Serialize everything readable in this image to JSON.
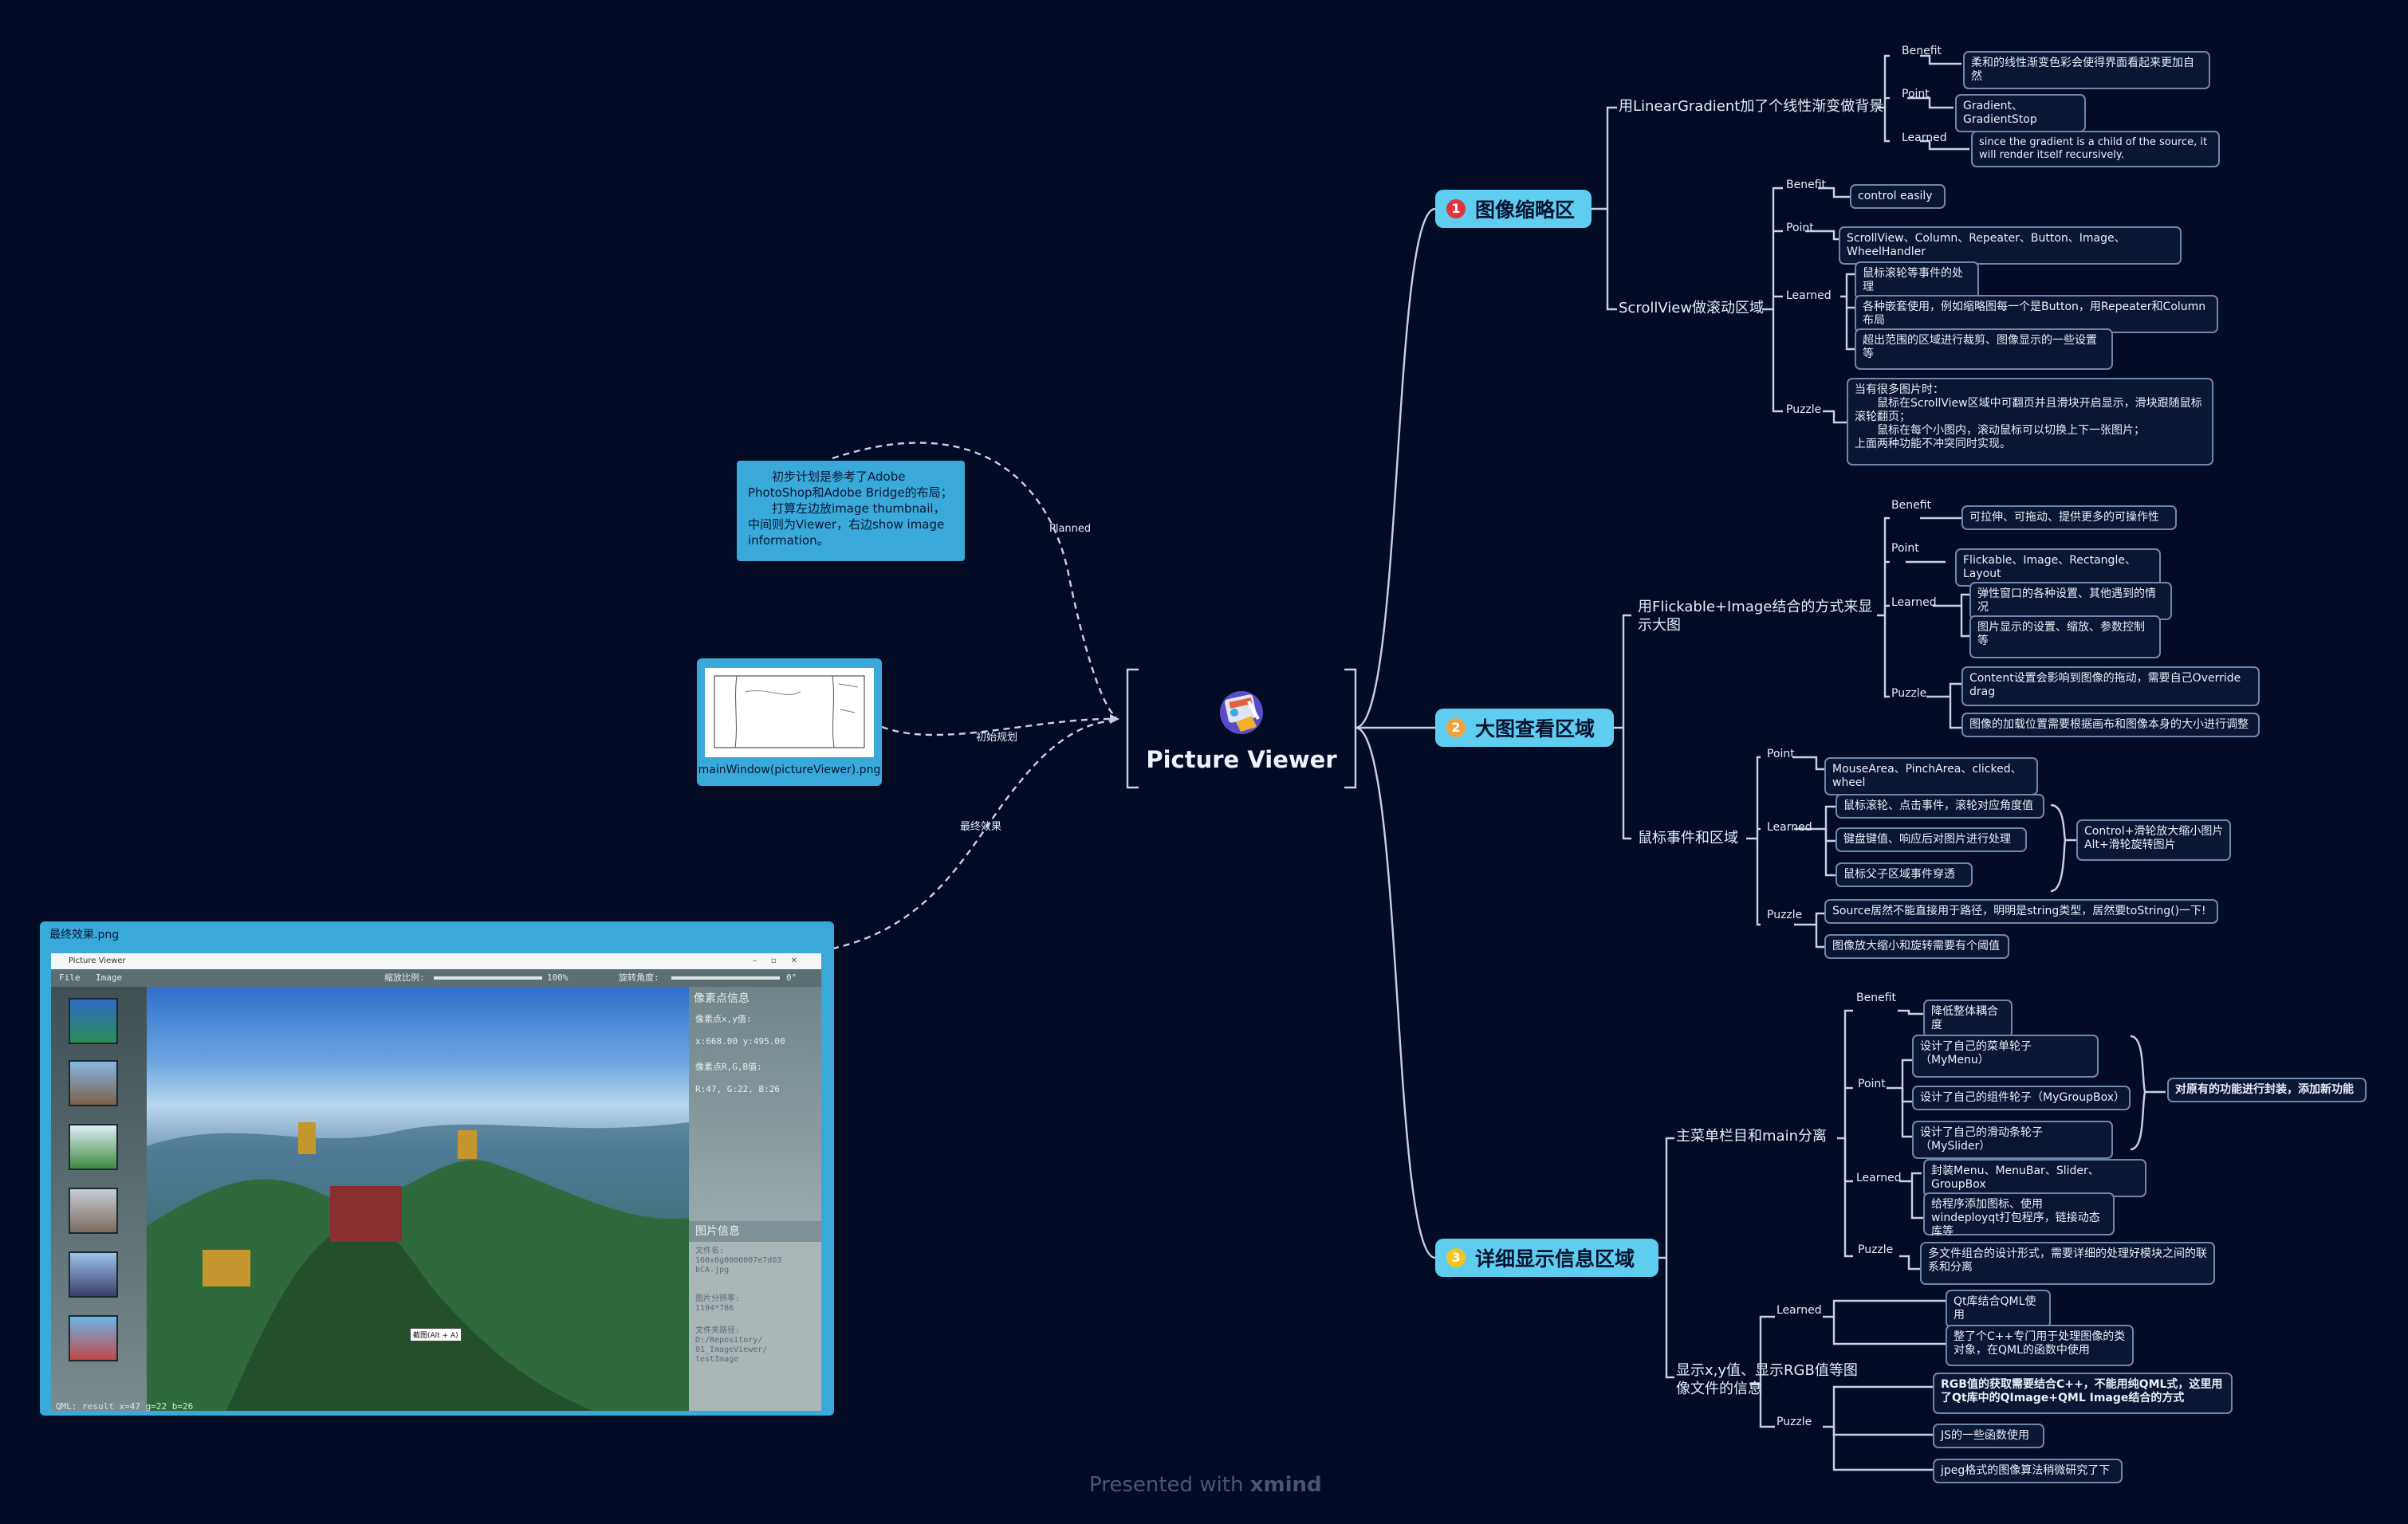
{
  "colors": {
    "background": "#040c25",
    "topic": "#5fcdf0",
    "line": "#c7d1e4",
    "num1": "#e0353d",
    "num2": "#f3a23a",
    "num3": "#f4c51f"
  },
  "central": {
    "title": "Picture Viewer",
    "icon": "picture-viewer-app-icon"
  },
  "left": {
    "note": "　　初步计划是参考了Adobe PhotoShop和Adobe Bridge的布局；\n　　打算左边放image thumbnail，中间则为Viewer，右边show image information。",
    "planned": "Planned",
    "sketch_caption": "mainWindow(pictureViewer).png",
    "initial_plan": "初始规划",
    "final_effect": "最终效果",
    "final_caption": "最终效果.png"
  },
  "shot": {
    "title": "Picture Viewer",
    "menu": [
      "File",
      "Image"
    ],
    "zoom_label": "缩放比例:",
    "zoom_value": "100%",
    "rotate_label": "旋转角度:",
    "rotate_value": "0°",
    "pixel_title": "像素点信息",
    "pixel_xy_label": "像素点x,y值:",
    "pixel_xy": "x:668.00 y:495.00",
    "pixel_rgb_label": "像素点R,G,B值:",
    "pixel_rgb": "R:47, G:22, B:26",
    "info_title": "图片信息",
    "info_filename": "文件名:\n160x0g0000007e7d03\nbCA.jpg",
    "info_resolution": "图片分辨率:\n1194*786",
    "info_path": "文件夹路径:\nD:/Repository/\n01_ImageViewer/\ntestImage",
    "status": "QML: result x=47 g=22 b=26",
    "tooltip": "截图(Alt + A)"
  },
  "branch1": {
    "num": "1",
    "title": "图像缩略区",
    "sub1": {
      "title": "用LinearGradient加了个线性渐变做背景",
      "benefit_label": "Benefit",
      "benefit": "柔和的线性渐变色彩会使得界面看起来更加自然",
      "point_label": "Point",
      "point": "Gradient、GradientStop",
      "learned_label": "Learned",
      "learned": "since the gradient is a child of the source, it will render itself recursively."
    },
    "sub2": {
      "title": "ScrollView做滚动区域",
      "benefit_label": "Benefit",
      "benefit": "control easily",
      "point_label": "Point",
      "point": "ScrollView、Column、Repeater、Button、Image、WheelHandler",
      "learned_label": "Learned",
      "learned": [
        "鼠标滚轮等事件的处理",
        "各种嵌套使用，例如缩略图每一个是Button，用Repeater和Column布局",
        "超出范围的区域进行裁剪、图像显示的一些设置等"
      ],
      "puzzle_label": "Puzzle",
      "puzzle": "当有很多图片时：\n　　鼠标在ScrollView区域中可翻页并且滑块开启显示，滑块跟随鼠标滚轮翻页；\n　　鼠标在每个小图内，滚动鼠标可以切换上下一张图片；\n上面两种功能不冲突同时实现。"
    }
  },
  "branch2": {
    "num": "2",
    "title": "大图查看区域",
    "sub1": {
      "title": "用Flickable+Image结合的方式来显示大图",
      "benefit_label": "Benefit",
      "benefit": "可拉伸、可拖动、提供更多的可操作性",
      "point_label": "Point",
      "point": "Flickable、Image、Rectangle、Layout",
      "learned_label": "Learned",
      "learned": [
        "弹性窗口的各种设置、其他遇到的情况",
        "图片显示的设置、缩放、参数控制等"
      ],
      "puzzle_label": "Puzzle",
      "puzzle": [
        "Content设置会影响到图像的拖动，需要自己Override drag",
        "图像的加载位置需要根据画布和图像本身的大小进行调整"
      ]
    },
    "sub2": {
      "title": "鼠标事件和区域",
      "point_label": "Point",
      "point": "MouseArea、PinchArea、clicked、wheel",
      "learned_label": "Learned",
      "learned": [
        "鼠标滚轮、点击事件，滚轮对应角度值",
        "键盘键值、响应后对图片进行处理",
        "鼠标父子区域事件穿透"
      ],
      "summary": "Control+滑轮放大缩小图片\nAlt+滑轮旋转图片",
      "puzzle_label": "Puzzle",
      "puzzle": [
        "Source居然不能直接用于路径，明明是string类型，居然要toString()一下!",
        "图像放大缩小和旋转需要有个阈值"
      ]
    }
  },
  "branch3": {
    "num": "3",
    "title": "详细显示信息区域",
    "sub1": {
      "title": "主菜单栏目和main分离",
      "benefit_label": "Benefit",
      "benefit": "降低整体耦合度",
      "point_label": "Point",
      "point": [
        "设计了自己的菜单轮子（MyMenu）",
        "设计了自己的组件轮子（MyGroupBox）",
        "设计了自己的滑动条轮子（MySlider）"
      ],
      "summary": "对原有的功能进行封装，添加新功能",
      "learned_label": "Learned",
      "learned": [
        "封装Menu、MenuBar、Slider、GroupBox",
        "给程序添加图标、使用windeployqt打包程序，链接动态库等"
      ],
      "puzzle_label": "Puzzle",
      "puzzle": "多文件组合的设计形式，需要详细的处理好模块之间的联系和分离"
    },
    "sub2": {
      "title": "显示x,y值、显示RGB值等图像文件的信息",
      "learned_label": "Learned",
      "learned": [
        "Qt库结合QML使用",
        "整了个C++专门用于处理图像的类对象，在QML的函数中使用"
      ],
      "puzzle_label": "Puzzle",
      "puzzle": [
        "RGB值的获取需要结合C++，不能用纯QML式，这里用了Qt库中的QImage+QML Image结合的方式",
        "JS的一些函数使用",
        "jpeg格式的图像算法稍微研究了下"
      ]
    }
  },
  "footer": {
    "prefix": "Presented with",
    "brand": "xmind"
  }
}
